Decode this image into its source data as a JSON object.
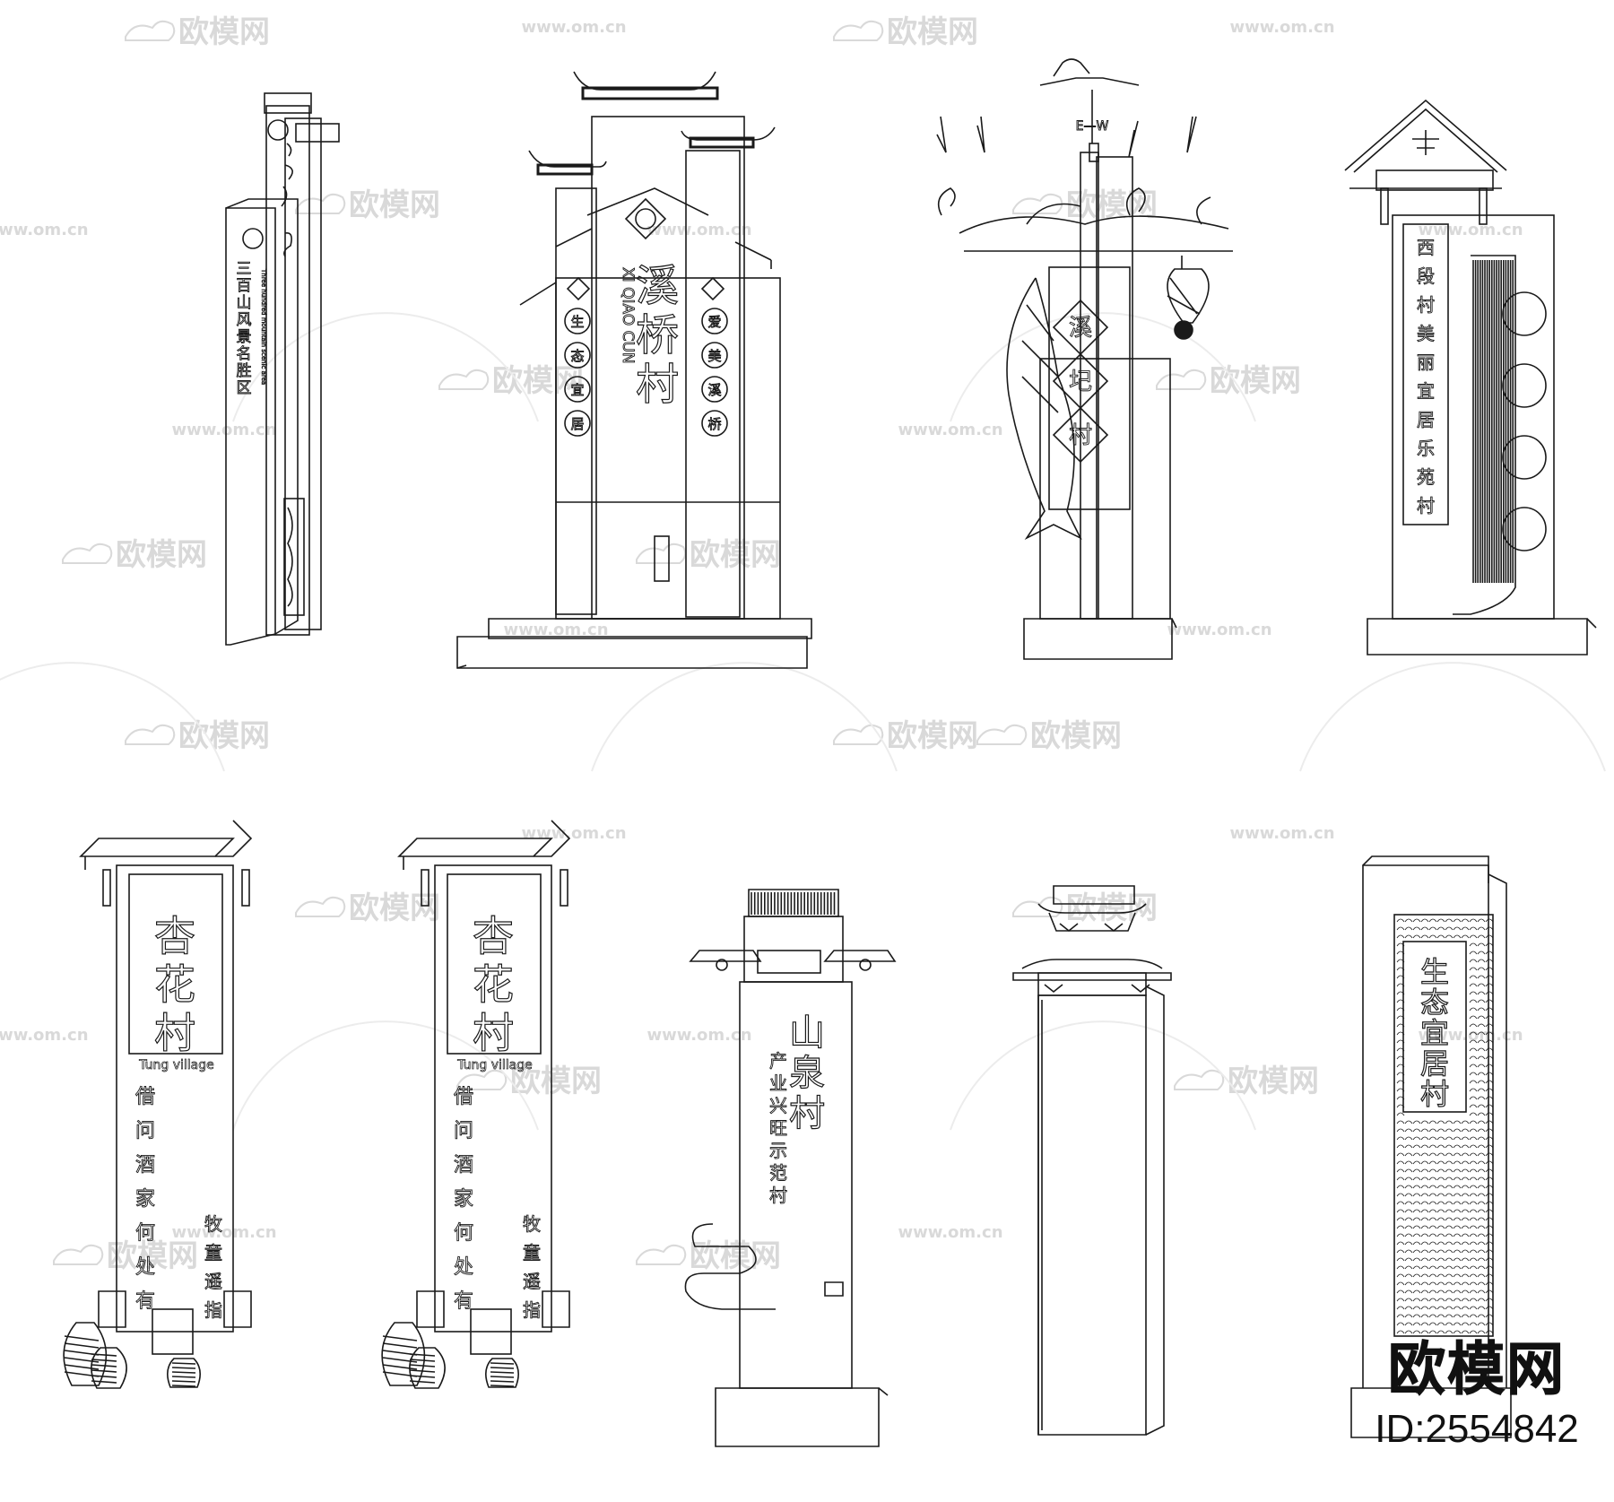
{
  "watermark": {
    "brand_text": "欧模网",
    "url_text": "www.om.cn",
    "url_short": "om.cn"
  },
  "signs": [
    {
      "id": "sign-1",
      "title_chars": [
        "三",
        "百",
        "山",
        "风",
        "景",
        "名",
        "胜",
        "区"
      ],
      "english": "Three hundred mountain scenic area"
    },
    {
      "id": "sign-2",
      "title_chars": [
        "溪",
        "桥",
        "村"
      ],
      "pinyin": "XI QIAO CUN",
      "left_medallions": [
        "生",
        "态",
        "宜",
        "居"
      ],
      "right_medallions": [
        "爱",
        "美",
        "溪",
        "桥"
      ]
    },
    {
      "id": "sign-3",
      "title_chars": [
        "溪",
        "圮",
        "村"
      ],
      "compass": "E—W"
    },
    {
      "id": "sign-4",
      "title_chars": [
        "西",
        "段",
        "村",
        "美",
        "丽",
        "宜",
        "居",
        "乐",
        "苑",
        "村"
      ]
    },
    {
      "id": "sign-5",
      "title_chars": [
        "杏",
        "花",
        "村"
      ],
      "english": "Tung village",
      "poem_main": [
        "借",
        "问",
        "酒",
        "家",
        "何",
        "处",
        "有"
      ],
      "poem_side": [
        "牧",
        "童",
        "遥",
        "指"
      ]
    },
    {
      "id": "sign-6",
      "title_chars": [
        "杏",
        "花",
        "村"
      ],
      "english": "Tung village",
      "poem_main": [
        "借",
        "问",
        "酒",
        "家",
        "何",
        "处",
        "有"
      ],
      "poem_side": [
        "牧",
        "童",
        "遥",
        "指"
      ]
    },
    {
      "id": "sign-7",
      "title_chars": [
        "山",
        "泉",
        "村"
      ],
      "slogan": [
        "产",
        "业",
        "兴",
        "旺",
        "示",
        "范",
        "村"
      ]
    },
    {
      "id": "sign-8"
    },
    {
      "id": "sign-9",
      "title_chars": [
        "生",
        "态",
        "宜",
        "居",
        "村"
      ]
    }
  ],
  "brand_mark": {
    "name": "欧模网",
    "id_label": "ID:2554842"
  },
  "colors": {
    "line": "#1a1a1a",
    "watermark": "#d9d9d9",
    "background": "#ffffff"
  }
}
